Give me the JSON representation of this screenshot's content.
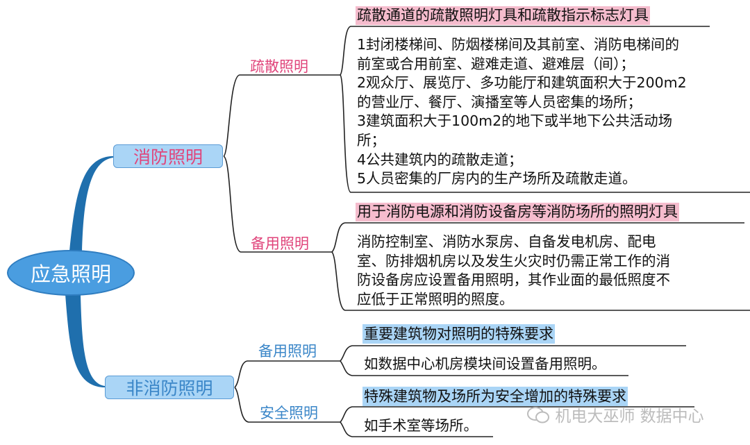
{
  "root": {
    "label": "应急照明"
  },
  "branches": {
    "fire": {
      "label": "消防照明",
      "evacuation": {
        "label": "疏散照明",
        "heading": "疏散通道的疏散照明灯具和疏散指示标志灯具",
        "lines": [
          "1封闭楼梯间、防烟楼梯间及其前室、消防电梯间的",
          "前室或合用前室、避难走道、避难层（间）；",
          "2观众厅、展览厅、多功能厅和建筑面积大于200m2",
          "的营业厅、餐厅、演播室等人员密集的场所；",
          "3建筑面积大于100m2的地下或半地下公共活动场",
          "所；",
          "4公共建筑内的疏散走道；",
          "5人员密集的厂房内的生产场所及疏散走道。"
        ]
      },
      "standby": {
        "label": "备用照明",
        "heading": "用于消防电源和消防设备房等消防场所的照明灯具",
        "lines": [
          "消防控制室、消防水泵房、自备发电机房、配电",
          "室、防排烟机房以及发生火灾时仍需正常工作的消",
          "防设备房应设置备用照明，其作业面的最低照度不",
          "应低于正常照明的照度。"
        ]
      }
    },
    "nonfire": {
      "label": "非消防照明",
      "standby": {
        "label": "备用照明",
        "heading": "重要建筑物对照明的特殊要求",
        "detail": "如数据中心机房模块间设置备用照明。"
      },
      "safety": {
        "label": "安全照明",
        "heading": "特殊建筑物及场所为安全增加的特殊要求",
        "detail": "如手术室等场所。"
      }
    }
  },
  "watermark": {
    "icon": "wechat-icon",
    "text": "机电大巫师 数据中心"
  },
  "colors": {
    "root": "#4a9de0",
    "box": "#aad5f6",
    "pink": "#e0457b",
    "blue": "#3a86c8",
    "pink_highlight": "#f5bccd"
  }
}
